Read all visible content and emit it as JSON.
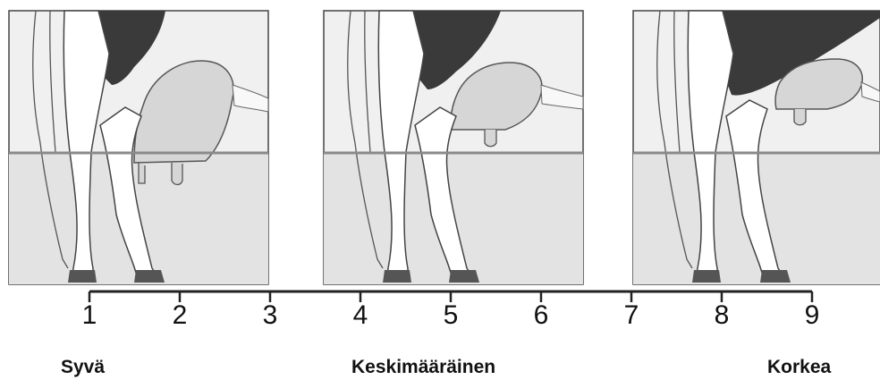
{
  "scale": {
    "ticks": [
      "1",
      "2",
      "3",
      "4",
      "5",
      "6",
      "7",
      "8",
      "9"
    ]
  },
  "categories": {
    "low": "Syvä",
    "mid": "Keskimääräinen",
    "high": "Korkea"
  },
  "panels": [
    {
      "depiction": "deep-udder",
      "udder_level": "below-line"
    },
    {
      "depiction": "medium-udder",
      "udder_level": "at-line"
    },
    {
      "depiction": "high-udder",
      "udder_level": "above-line"
    }
  ],
  "colors": {
    "body": "#3a3a3a",
    "udder": "#d8d8d8",
    "panel_bg": "#efefef",
    "lower_bg": "#e2e2e2",
    "reference_line": "#8a8a8a",
    "hoof": "#555555",
    "outline": "#333333"
  }
}
